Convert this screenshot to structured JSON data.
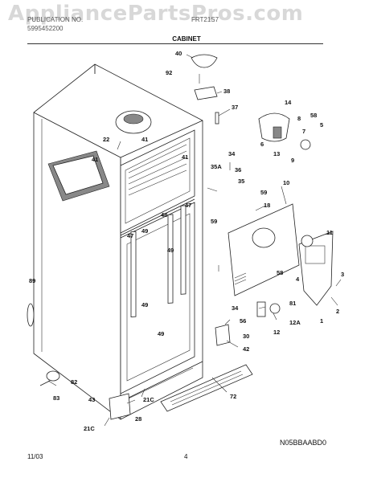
{
  "watermark": "AppliancePartsPros.com",
  "header": {
    "line1_left": "PUBLICATION NO.",
    "line1_right": "FRT21S7",
    "line2_left": "5995452200",
    "section_title": "CABINET"
  },
  "footer": {
    "date": "11/03",
    "page": "4",
    "drawing_code": "N05BBAABD0"
  },
  "callouts": [
    "40",
    "92",
    "38",
    "37",
    "14",
    "58",
    "8",
    "5",
    "7",
    "6",
    "13",
    "9",
    "22",
    "41",
    "41",
    "41",
    "34",
    "35A",
    "36",
    "35",
    "59",
    "10",
    "18",
    "59",
    "48",
    "47",
    "47",
    "49",
    "49",
    "49",
    "49",
    "11",
    "58",
    "4",
    "3",
    "2",
    "89",
    "81",
    "1",
    "34",
    "56",
    "12",
    "12A",
    "30",
    "42",
    "82",
    "83",
    "43",
    "28",
    "21C",
    "21C",
    "72"
  ]
}
